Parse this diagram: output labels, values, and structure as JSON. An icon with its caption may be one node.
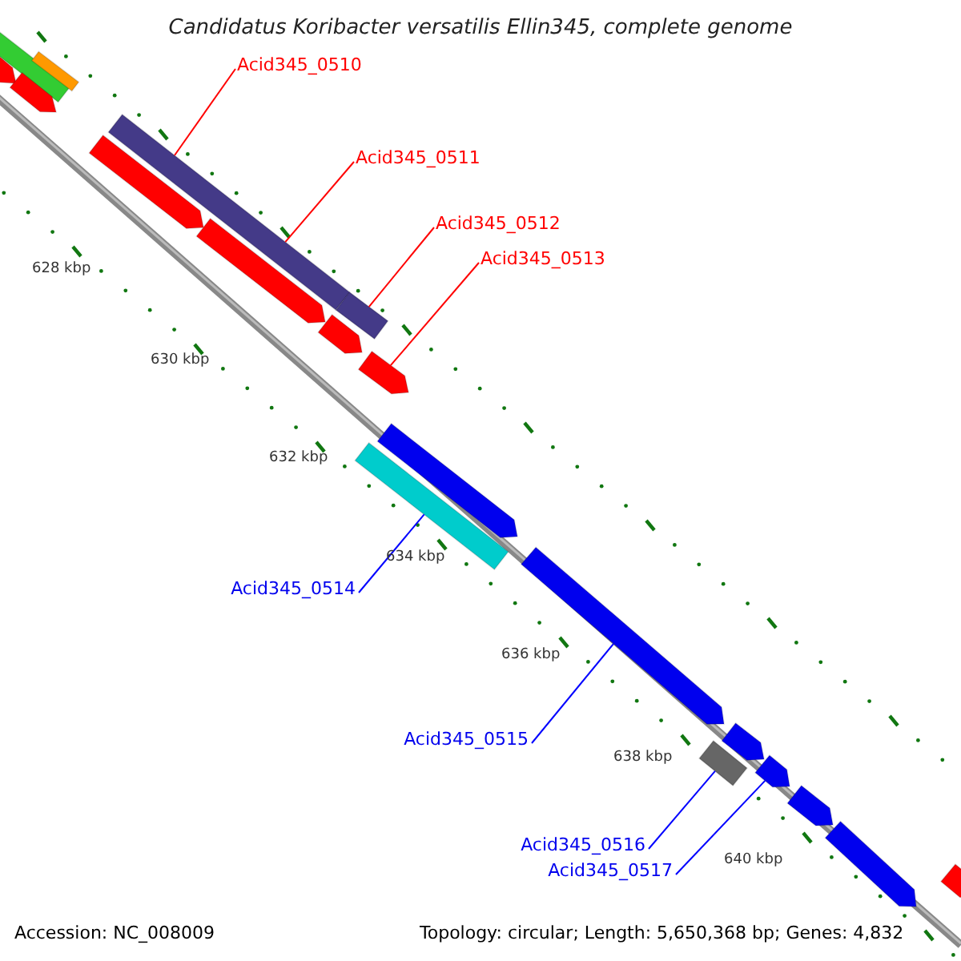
{
  "diagram": {
    "title": "Candidatus Koribacter versatilis Ellin345, complete genome",
    "nodes": [
      {
        "text": [
          "Acid345_0510"
        ]
      },
      {
        "text": [
          "Acid345_0511"
        ]
      },
      {
        "text": [
          "Acid345_0512"
        ]
      },
      {
        "text": [
          "Acid345_0513"
        ]
      },
      {
        "text": [
          "Acid345_0514"
        ]
      },
      {
        "text": [
          "Acid345_0515"
        ]
      },
      {
        "text": [
          "Acid345_0516"
        ]
      },
      {
        "text": [
          "Acid345_0517"
        ]
      },
      {
        "text": [],
        "shape": "bar"
      },
      {
        "text": [],
        "shape": "arrow"
      },
      {
        "text": [],
        "shape": "bar"
      },
      {
        "text": [],
        "shape": "arrow"
      },
      {
        "text": [],
        "shape": "arrow"
      },
      {
        "text": [],
        "shape": "bar"
      },
      {
        "text": [],
        "shape": "arrow"
      },
      {
        "text": [],
        "shape": "arrow"
      },
      {
        "text": [],
        "shape": "bar"
      },
      {
        "text": [],
        "shape": "bar"
      },
      {
        "text": [],
        "shape": "arrow"
      },
      {
        "text": [],
        "shape": "arrow"
      },
      {
        "text": [],
        "shape": "arrow"
      },
      {
        "text": [],
        "shape": "bar"
      },
      {
        "text": [],
        "shape": "arrow"
      },
      {
        "text": [],
        "shape": "arrow"
      },
      {
        "text": [],
        "shape": "arrow"
      },
      {
        "text": [],
        "shape": "arrow"
      },
      {
        "text": [],
        "shape": "arrow"
      }
    ],
    "edges": [
      {
        "from": 0,
        "to": 13,
        "arrow": "none"
      },
      {
        "from": 1,
        "to": 13,
        "arrow": "none"
      },
      {
        "from": 2,
        "to": 16,
        "arrow": "none"
      },
      {
        "from": 3,
        "to": 18,
        "arrow": "none"
      },
      {
        "from": 4,
        "to": 17,
        "arrow": "none",
        "color": "#0000ff"
      },
      {
        "from": 5,
        "to": 20,
        "arrow": "none",
        "color": "#0000ff"
      },
      {
        "from": 6,
        "to": 21,
        "arrow": "none",
        "color": "#0000ff"
      },
      {
        "from": 7,
        "to": 23,
        "arrow": "none",
        "color": "#0000ff"
      }
    ],
    "labels": [
      "628 kbp",
      "630 kbp",
      "632 kbp",
      "634 kbp",
      "636 kbp",
      "638 kbp",
      "640 kbp",
      "Accession: NC_008009",
      "Topology: circular; Length: 5,650,368 bp; Genes: 4,832"
    ]
  }
}
